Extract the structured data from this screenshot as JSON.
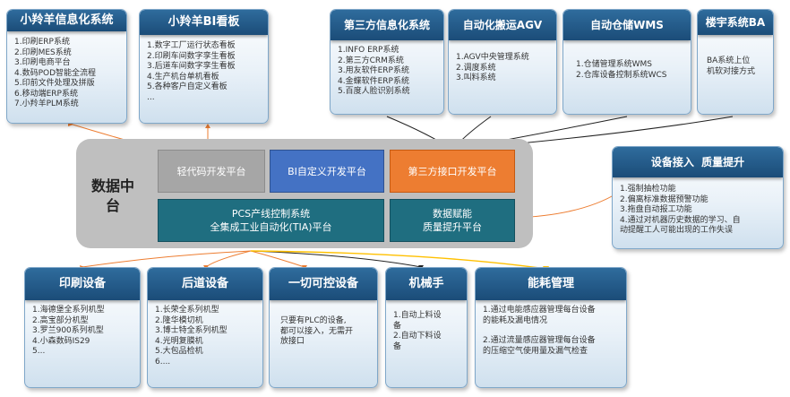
{
  "top_cards": [
    {
      "title": "小羚羊信息化系统",
      "items": [
        "1.印刷ERP系统",
        "2.印刷MES系统",
        "3.印刷电商平台",
        "4.数码POD智能全流程",
        "5.印前文件处理及拼版",
        "6.移动端ERP系统",
        "7.小羚羊PLM系统"
      ]
    },
    {
      "title": "小羚羊BI看板",
      "items": [
        "1.数字工厂运行状态看板",
        "2.印刷车间数字孪生看板",
        "3.后道车间数字孪生看板",
        "4.生产机台单机看板",
        "5.各种客户自定义看板",
        "..."
      ]
    },
    {
      "title": "第三方信息化系统",
      "items": [
        "1.INFO ERP系统",
        "2.第三方CRM系统",
        "3.用友软件ERP系统",
        "4.金蝶软件ERP系统",
        "5.百度人脸识别系统"
      ]
    },
    {
      "title": "自动化搬运AGV",
      "items": [
        "1.AGV中央管理系统",
        "2.调度系统",
        "3.叫料系统"
      ]
    },
    {
      "title": "自动仓储WMS",
      "items": [
        "1.仓储管理系统WMS",
        "2.仓库设备控制系统WCS"
      ]
    },
    {
      "title": "楼宇系统BA",
      "items": [
        "BA系统上位",
        "机软对接方式"
      ]
    }
  ],
  "hub": {
    "label": "数据中台",
    "platforms": [
      {
        "label": "轻代码开发平台"
      },
      {
        "label": "BI自定义开发平台"
      },
      {
        "label": "第三方接口开发平台"
      },
      {
        "label": "PCS产线控制系统\n全集成工业自动化(TIA)平台"
      },
      {
        "label": "数据赋能\n质量提升平台"
      }
    ]
  },
  "right_card": {
    "title": "设备接入  质量提升",
    "items": [
      "1.强制抽检功能",
      "2.偏离标准数据预警功能",
      "3.拖盘自动报工功能",
      "4.通过对机器历史数据的学习、自",
      "动提醒工人可能出现的工作失误"
    ]
  },
  "bottom_cards": [
    {
      "title": "印刷设备",
      "items": [
        "1.海德堡全系列机型",
        "2.高宝部分机型",
        "3.罗兰900系列机型",
        "4.小森数码IS29",
        "5..."
      ]
    },
    {
      "title": "后道设备",
      "items": [
        "1.长荣全系列机型",
        "2.隆华模切机",
        "3.博士特全系列机型",
        "4.光明复膜机",
        "5.大包品检机",
        "6...."
      ]
    },
    {
      "title": "一切可控设备",
      "items": [
        "只要有PLC的设备,",
        "都可以接入，无需开",
        "放接口"
      ]
    },
    {
      "title": "机械手",
      "items": [
        "1.自动上料设",
        "备",
        "2.自动下料设",
        "备"
      ]
    },
    {
      "title": "能耗管理",
      "items": [
        "1.通过电能感应器管理每台设备",
        "的能耗及漏电情况",
        "",
        "2.通过流量感应器管理每台设备",
        "的压缩空气使用量及漏气检查"
      ]
    }
  ],
  "colors": {
    "card_header": "#1b4c78",
    "platform_grey": "#a6a6a6",
    "platform_blue": "#4472c4",
    "platform_orange": "#ed7d31",
    "platform_teal": "#1f6e80",
    "hub": "#bfbfbf",
    "connector": "#ed7d31"
  }
}
